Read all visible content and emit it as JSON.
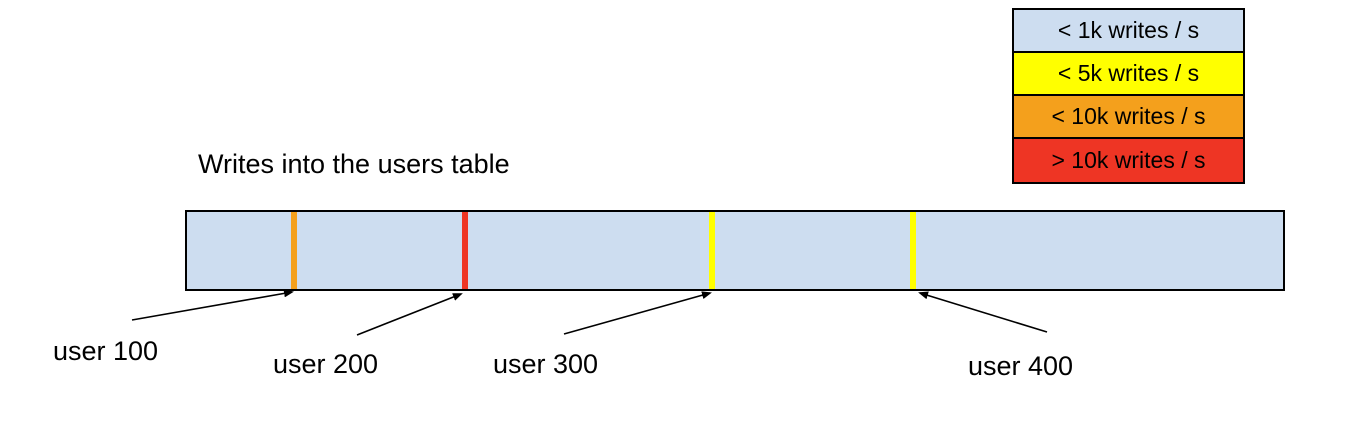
{
  "title": "Writes into the users table",
  "legend": {
    "items": [
      {
        "label": "< 1k writes / s",
        "color": "#cdddf0"
      },
      {
        "label": "< 5k writes / s",
        "color": "#ffff00"
      },
      {
        "label": "< 10k writes / s",
        "color": "#f4a01c"
      },
      {
        "label": "> 10k writes / s",
        "color": "#ee3524"
      }
    ]
  },
  "bar": {
    "fill_color": "#cdddf0",
    "border_color": "#000000"
  },
  "annotations": [
    {
      "label": "user 100",
      "stripe_color": "#f4a01c",
      "position_pct": "9.8%",
      "write_rate": "< 10k writes / s"
    },
    {
      "label": "user 200",
      "stripe_color": "#ee3524",
      "position_pct": "25.4%",
      "write_rate": "> 10k writes / s"
    },
    {
      "label": "user 300",
      "stripe_color": "#ffff00",
      "position_pct": "47.9%",
      "write_rate": "< 5k writes / s"
    },
    {
      "label": "user 400",
      "stripe_color": "#ffff00",
      "position_pct": "66.2%",
      "write_rate": "< 5k writes / s"
    }
  ]
}
